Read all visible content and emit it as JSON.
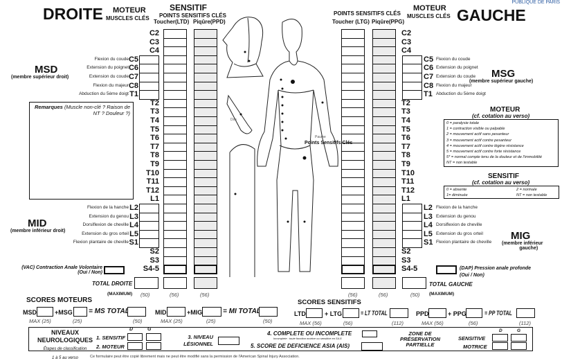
{
  "header": {
    "right_title": "DROITE",
    "left_title": "GAUCHE",
    "motor_title": "MOTEUR",
    "motor_sub": "MUSCLES CLÉS",
    "sens_title": "SENSITIF",
    "sens_sub": "POINTS SENSITIFS CLÉS",
    "ltd": "Toucher(LTD)",
    "ppd": "Piqûre(PPD)",
    "ltg": "Toucher (LTG)",
    "ppg": "Piqûre(PPG)",
    "logo_text": "PUBLIQUE DE PARIS"
  },
  "levels": [
    {
      "l": "C2",
      "m": ""
    },
    {
      "l": "C3",
      "m": ""
    },
    {
      "l": "C4",
      "m": ""
    },
    {
      "l": "C5",
      "m": "Flexion du coude"
    },
    {
      "l": "C6",
      "m": "Extension du poignet"
    },
    {
      "l": "C7",
      "m": "Extension du coude"
    },
    {
      "l": "C8",
      "m": "Flexion du majeur"
    },
    {
      "l": "T1",
      "m": "Abduction du 5ème doigt"
    },
    {
      "l": "T2",
      "m": ""
    },
    {
      "l": "T3",
      "m": ""
    },
    {
      "l": "T4",
      "m": ""
    },
    {
      "l": "T5",
      "m": ""
    },
    {
      "l": "T6",
      "m": ""
    },
    {
      "l": "T7",
      "m": ""
    },
    {
      "l": "T8",
      "m": ""
    },
    {
      "l": "T9",
      "m": ""
    },
    {
      "l": "T10",
      "m": ""
    },
    {
      "l": "T11",
      "m": ""
    },
    {
      "l": "T12",
      "m": ""
    },
    {
      "l": "L1",
      "m": ""
    },
    {
      "l": "L2",
      "m": "Flexion de la hanche"
    },
    {
      "l": "L3",
      "m": "Extension du genou"
    },
    {
      "l": "L4",
      "m": "Dorsiflexion de cheville"
    },
    {
      "l": "L5",
      "m": "Extension du gros orteil"
    },
    {
      "l": "S1",
      "m": "Flexion plantaire de cheville"
    },
    {
      "l": "S2",
      "m": ""
    },
    {
      "l": "S3",
      "m": ""
    },
    {
      "l": "S4-5",
      "m": ""
    }
  ],
  "limbs": {
    "msd": "MSD",
    "msd_sub": "(membre supérieur droit)",
    "msg": "MSG",
    "msg_sub": "(membre supérieur gauche)",
    "mid": "MID",
    "mid_sub": "(membre inférieur droit)",
    "mig": "MIG",
    "mig_sub1": "(membre inférieur",
    "mig_sub2": "gauche)"
  },
  "remarks": {
    "bold": "Remarques",
    "text": "(Muscle non-clé ? Raison de NT ? Douleur ?)"
  },
  "motor_legend": {
    "title": "MOTEUR",
    "sub": "(cf. cotation au verso)",
    "items": [
      "0 = paralysie totale",
      "1 = contraction visible ou palpable",
      "2 = mouvement actif sans pesanteur",
      "3 = mouvement actif contre pesanteur",
      "4 = mouvement actif contre légère résistance",
      "5 = mouvement actif contre forte résistance",
      "5* = normal compte tenu de la douleur et de l'immobilité",
      "NT = non testable"
    ]
  },
  "sens_legend": {
    "title": "SENSITIF",
    "sub": "(cf. cotation au verso)",
    "i0": "0 = absente",
    "i1": "1= diminuée",
    "i2": "2 = normale",
    "i3": "NT = non testable"
  },
  "diagram": {
    "key_points": "Points Sensitifs Clés",
    "dos": "Dos",
    "paume": "Paume"
  },
  "vac": {
    "l1": "(VAC) Contraction Anale Volontaire",
    "l2": "(Oui / Non)"
  },
  "dap": {
    "l1": "(DAP) Pression anale profonde",
    "l2": "(Oui / Non)"
  },
  "totals": {
    "right": "TOTAL DROITE",
    "left": "TOTAL GAUCHE",
    "maximum": "(MAXIMUM)",
    "m50": "(50)",
    "m56": "(56)"
  },
  "motor_scores": {
    "title": "SCORES MOTEURS",
    "msd": "MSD",
    "msg": "+MSG",
    "ms_total": "= MS TOTAL",
    "mid": "MID",
    "mig": "+MIG",
    "mi_total": "= MI TOTAL",
    "max": "MAX",
    "m25": "(25)",
    "m50": "(50)"
  },
  "sens_scores": {
    "title": "SCORES SENSITIFS",
    "ltd": "LTD",
    "ltg": "+ LTG",
    "lt_total": "= LT TOTAL",
    "ppd": "PPD",
    "ppg": "+ PPG",
    "pp_total": "= PP TOTAL",
    "max": "MAX",
    "m56": "(56)",
    "m112": "(112)"
  },
  "neuro": {
    "title1": "NIVEAUX",
    "title2": "NEUROLOGIQUES",
    "sub1": "Étapes de classification",
    "sub2": "1 à 5 au verso",
    "d": "D",
    "g": "G",
    "s1": "1. SENSITIF",
    "s2": "2. MOTEUR",
    "s3a": "3. NIVEAU",
    "s3b": "LÉSIONNEL",
    "s4": "4. COMPLETE OU INCOMPLETE",
    "s4sub": "Incomplete : toute fonction motrice ou sensitive en S4-5",
    "s5": "5. SCORE DE DEFICIENCE ASIA (AIS)",
    "zone1": "ZONE DE",
    "zone2": "PRÉSERVATION",
    "zone3": "PARTIELLE",
    "sensitive": "SENSITIVE",
    "motrice": "MOTRICE"
  },
  "footer": "Ce formulaire peut être copié librement mais ne peut être modifié sans la permission de l'American Spinal Injury Association."
}
